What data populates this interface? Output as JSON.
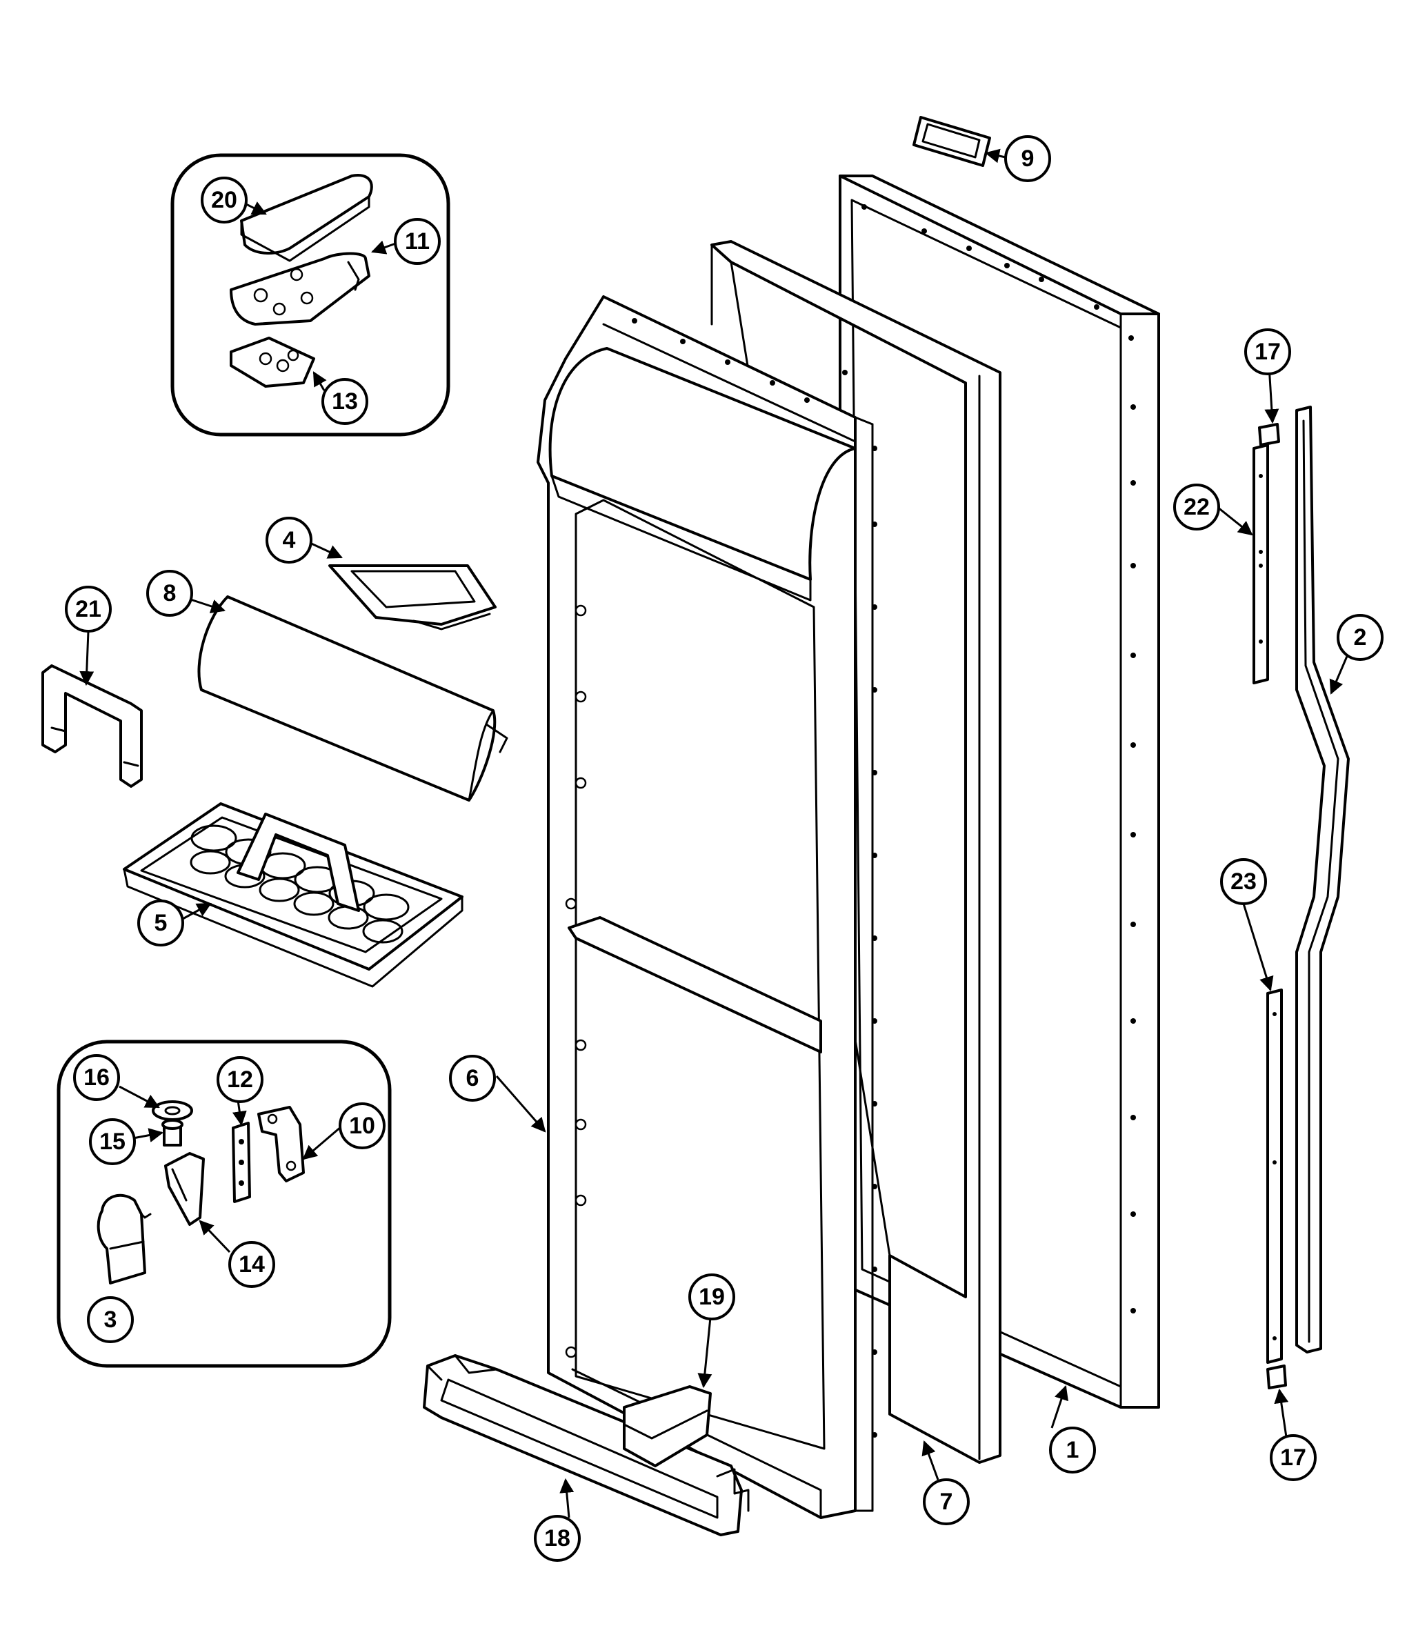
{
  "diagram": {
    "callouts": {
      "c1": "1",
      "c2": "2",
      "c3": "3",
      "c4": "4",
      "c5": "5",
      "c6": "6",
      "c7": "7",
      "c8": "8",
      "c9": "9",
      "c10": "10",
      "c11": "11",
      "c12": "12",
      "c13": "13",
      "c14": "14",
      "c15": "15",
      "c16": "16",
      "c17a": "17",
      "c17b": "17",
      "c18": "18",
      "c19": "19",
      "c20": "20",
      "c21": "21",
      "c22": "22",
      "c23": "23"
    }
  }
}
